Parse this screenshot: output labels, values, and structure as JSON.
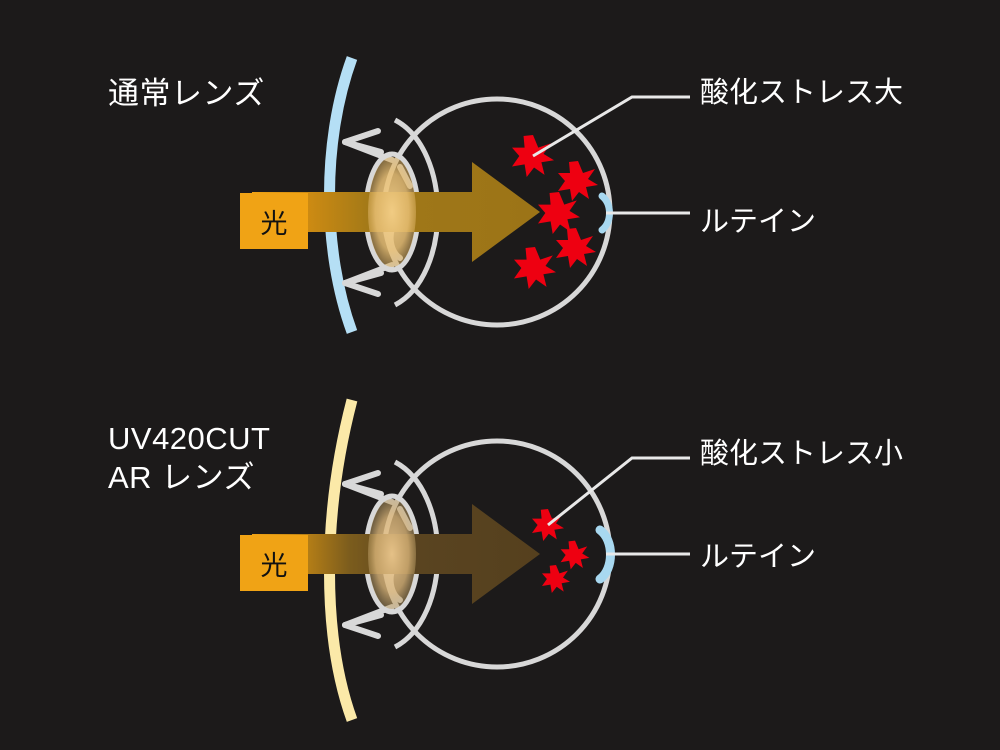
{
  "background_color": "#1c1a1a",
  "panels": [
    {
      "id": "normal-lens",
      "title": "通常レンズ",
      "lens_color": "#b5dff5",
      "lens_kind": "clear-lens",
      "light_label": "光",
      "light_box_color": "#f0a315",
      "beam_color": "#a07818",
      "beam_intensity": "high",
      "starburst_count": 5,
      "starburst_color": "#ee0011",
      "lutein_color": "#a8d8f0",
      "lutein_arc_thickness": "thin",
      "annotations": {
        "stress": "酸化ストレス大",
        "lutein": "ルテイン"
      }
    },
    {
      "id": "uv420cut-ar-lens",
      "title": "UV420CUT\nAR レンズ",
      "lens_color": "#fbe9a8",
      "lens_kind": "uv-cut-lens",
      "light_label": "光",
      "light_box_color": "#f0a315",
      "beam_color": "#5a4420",
      "beam_intensity": "low",
      "starburst_count": 3,
      "starburst_color": "#ee0011",
      "lutein_color": "#a8d8f0",
      "lutein_arc_thickness": "thick",
      "annotations": {
        "stress": "酸化ストレス小",
        "lutein": "ルテイン"
      }
    }
  ],
  "eye_outline_color": "#d8d8d8",
  "leader_line_color": "#e8e8e8",
  "text_color": "#ffffff"
}
